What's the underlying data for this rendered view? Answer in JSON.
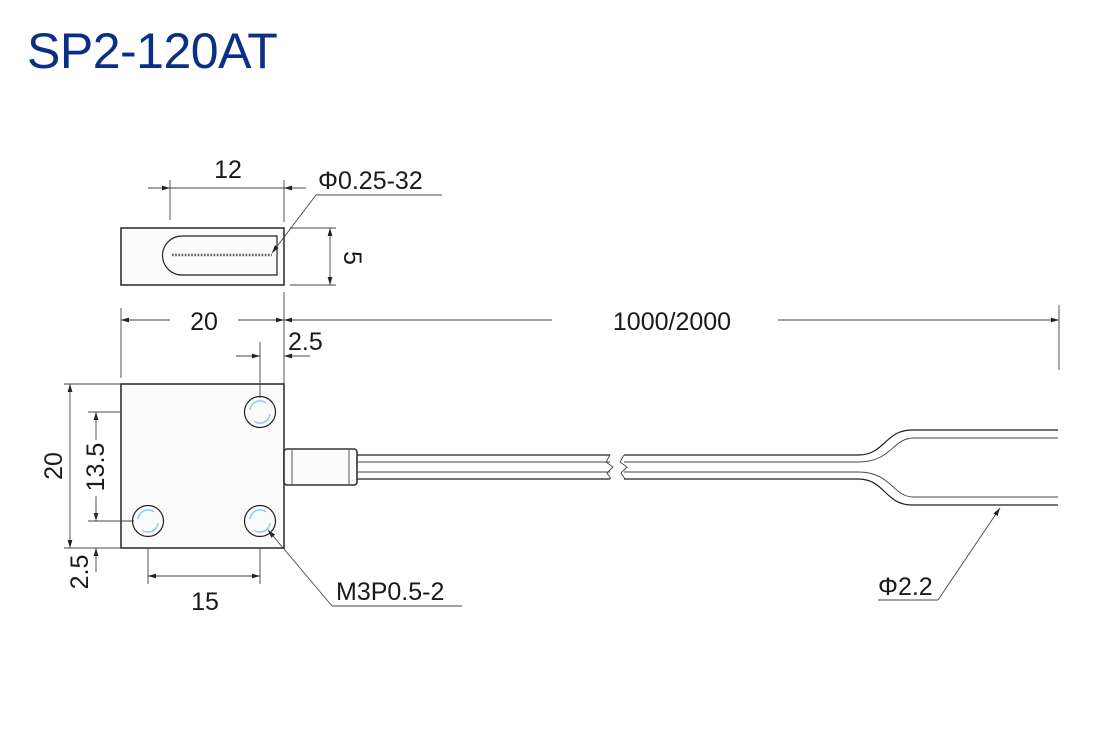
{
  "title": "SP2-120AT",
  "title_color": "#0b2f86",
  "dimensions": {
    "top_width": "12",
    "hole_spec": "Φ0.25-32",
    "top_height": "5",
    "body_width": "20",
    "offset": "2.5",
    "cable_length": "1000/2000",
    "body_height": "20",
    "hole_spacing_v": "13.5",
    "bottom_offset": "2.5",
    "hole_spacing_h": "15",
    "thread_spec": "M3P0.5-2",
    "cable_diameter": "Φ2.2"
  },
  "colors": {
    "line": "#222222",
    "hole_accent": "#7fd0e6"
  }
}
